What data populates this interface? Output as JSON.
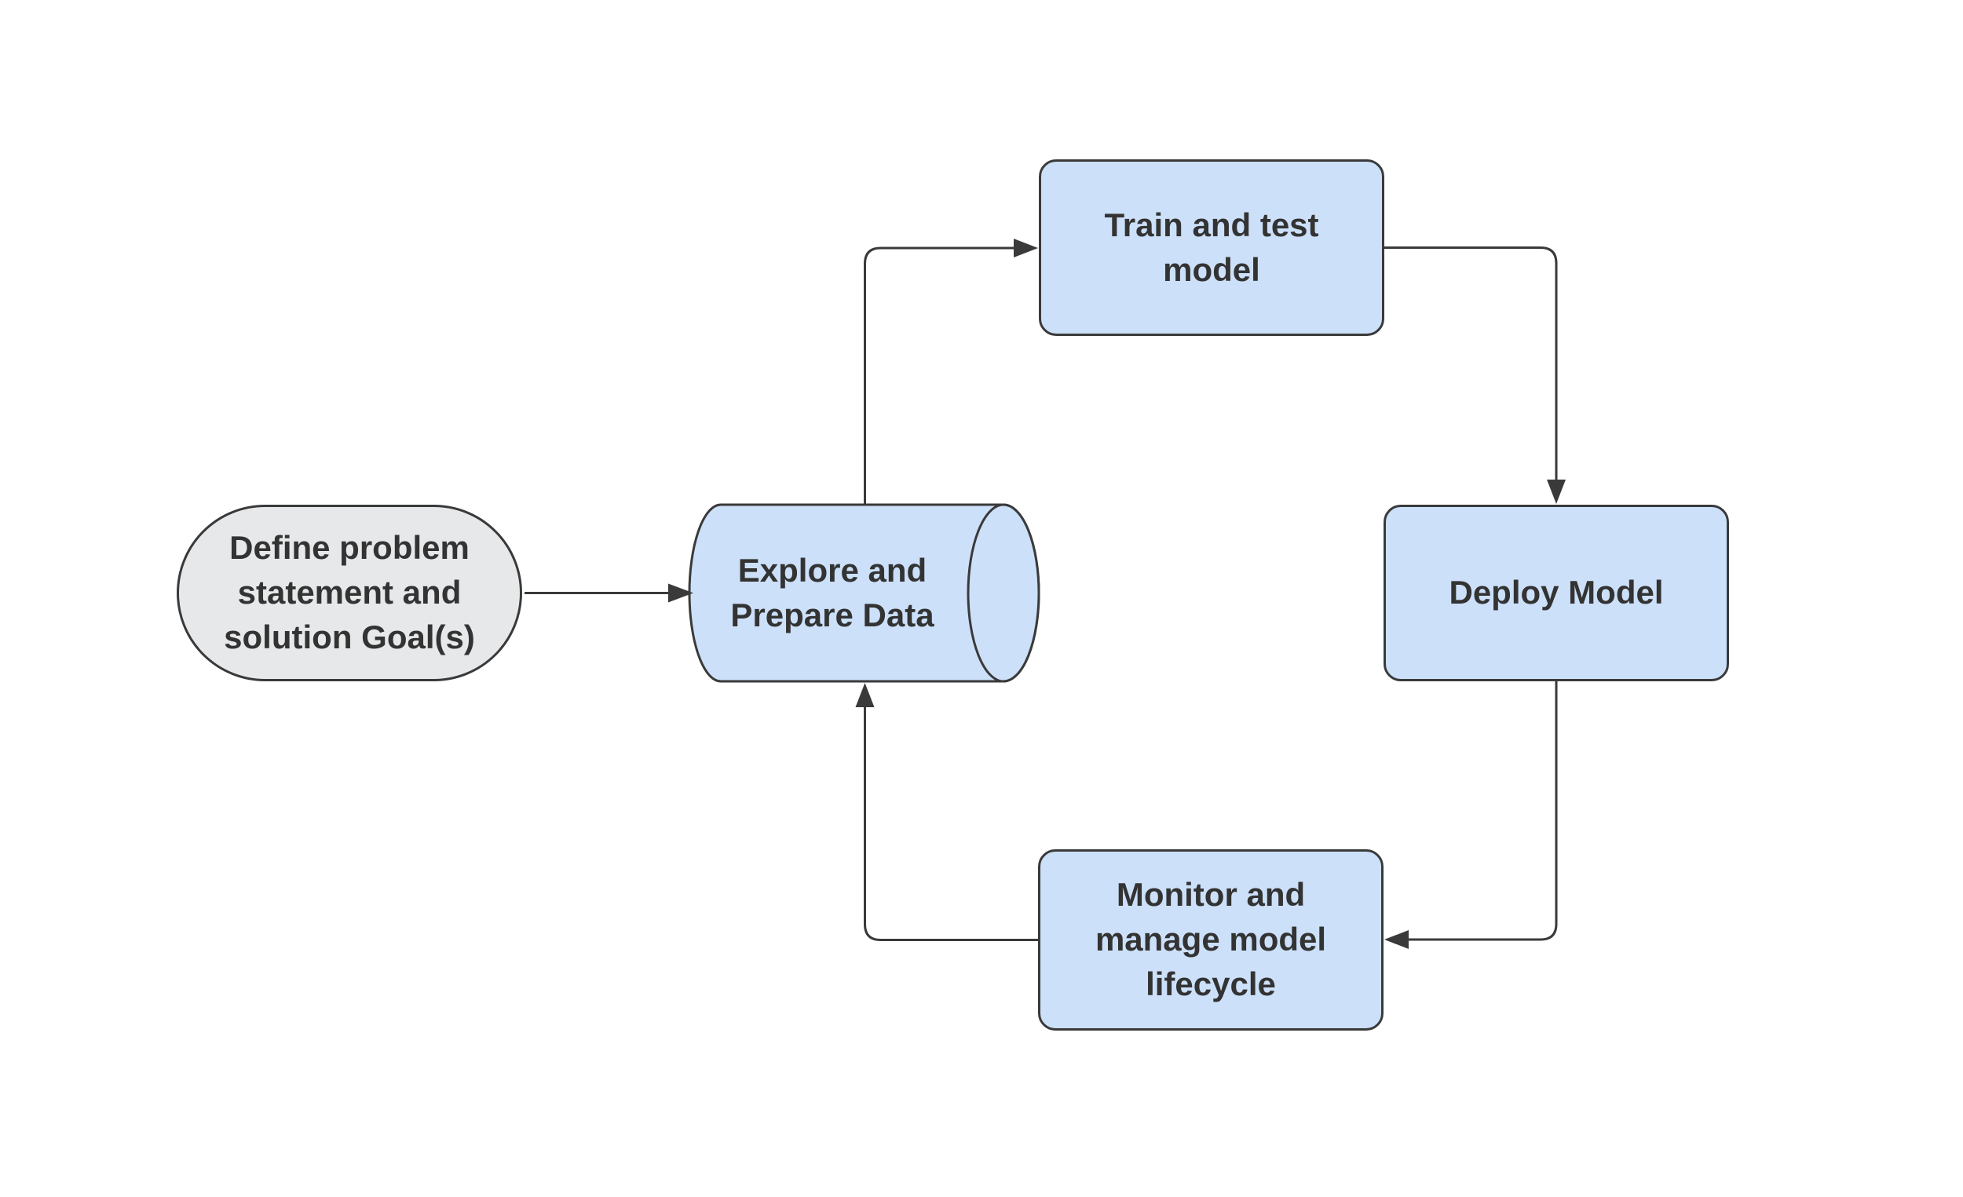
{
  "diagram": {
    "type": "flowchart",
    "background": "#ffffff",
    "nodes": [
      {
        "id": "define",
        "shape": "stadium",
        "label": "Define problem\nstatement and\nsolution Goal(s)",
        "fill": "#e6e8ea"
      },
      {
        "id": "explore",
        "shape": "cylinder-horizontal",
        "label": "Explore and\nPrepare Data",
        "fill": "#cce0f9"
      },
      {
        "id": "train",
        "shape": "rounded-rect",
        "label": "Train and test\nmodel",
        "fill": "#cce0f9"
      },
      {
        "id": "deploy",
        "shape": "rounded-rect",
        "label": "Deploy Model",
        "fill": "#cce0f9"
      },
      {
        "id": "monitor",
        "shape": "rounded-rect",
        "label": "Monitor and\nmanage model\nlifecycle",
        "fill": "#cce0f9"
      }
    ],
    "edges": [
      {
        "from": "define",
        "to": "explore",
        "arrow": "right"
      },
      {
        "from": "explore",
        "to": "train",
        "arrow": "right"
      },
      {
        "from": "train",
        "to": "deploy",
        "arrow": "down"
      },
      {
        "from": "deploy",
        "to": "monitor",
        "arrow": "left"
      },
      {
        "from": "monitor",
        "to": "explore",
        "arrow": "up"
      }
    ],
    "colors": {
      "node_fill_blue": "#cce0f9",
      "node_fill_gray": "#e6e8ea",
      "stroke": "#3a3a3a",
      "text": "#333333",
      "background": "#ffffff"
    }
  }
}
